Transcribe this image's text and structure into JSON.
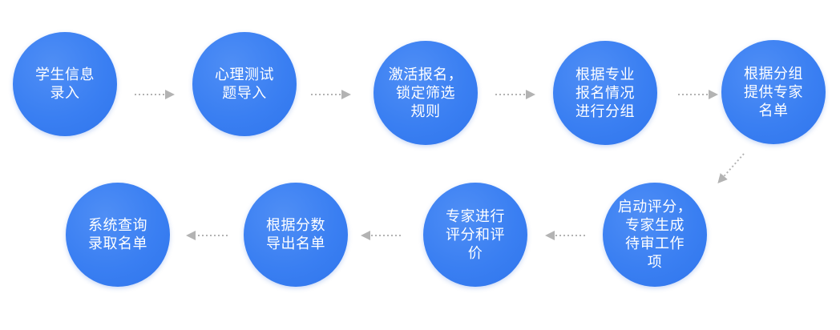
{
  "diagram": {
    "node_color": "#3a7ff2",
    "arrow_color": "#b3b3b3",
    "text_color": "#ffffff",
    "nodes": [
      {
        "id": "n1",
        "label": "学生信息\n录入"
      },
      {
        "id": "n2",
        "label": "心理测试\n题导入"
      },
      {
        "id": "n3",
        "label": "激活报名，\n锁定筛选\n规则"
      },
      {
        "id": "n4",
        "label": "根据专业\n报名情况\n进行分组"
      },
      {
        "id": "n5",
        "label": "根据分组\n提供专家\n名单"
      },
      {
        "id": "n6",
        "label": "启动评分，\n专家生成\n待审工作\n项"
      },
      {
        "id": "n7",
        "label": "专家进行\n评分和评\n价"
      },
      {
        "id": "n8",
        "label": "根据分数\n导出名单"
      },
      {
        "id": "n9",
        "label": "系统查询\n录取名单"
      }
    ],
    "edges": [
      {
        "from": "n1",
        "to": "n2"
      },
      {
        "from": "n2",
        "to": "n3"
      },
      {
        "from": "n3",
        "to": "n4"
      },
      {
        "from": "n4",
        "to": "n5"
      },
      {
        "from": "n5",
        "to": "n6"
      },
      {
        "from": "n6",
        "to": "n7"
      },
      {
        "from": "n7",
        "to": "n8"
      },
      {
        "from": "n8",
        "to": "n9"
      }
    ]
  }
}
